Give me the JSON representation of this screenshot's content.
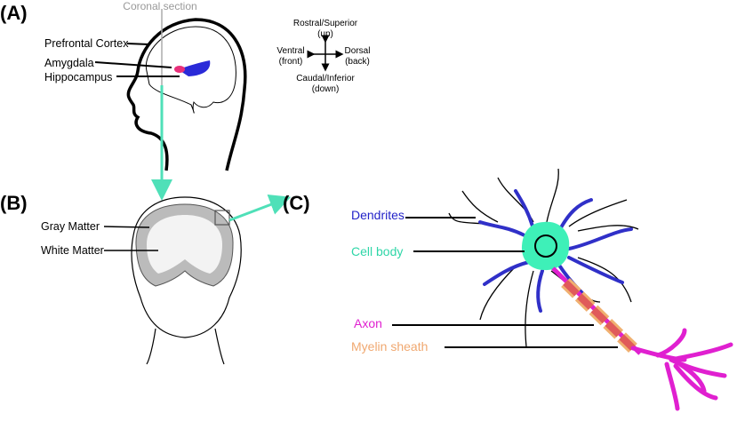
{
  "panels": {
    "a": "(A)",
    "b": "(B)",
    "c": "(C)"
  },
  "panel_a": {
    "section_label": "Coronal section",
    "labels": [
      "Prefrontal Cortex",
      "Amygdala",
      "Hippocampus"
    ],
    "orientation": {
      "up": [
        "Rostral/Superior",
        "(up)"
      ],
      "left": [
        "Ventral",
        "(front)"
      ],
      "right": [
        "Dorsal",
        "(back)"
      ],
      "down": [
        "Caudal/Inferior",
        "(down)"
      ]
    }
  },
  "panel_b": {
    "labels": [
      "Gray Matter",
      "White Matter"
    ]
  },
  "panel_c": {
    "labels": [
      {
        "text": "Dendrites",
        "color": "#2323c8"
      },
      {
        "text": "Cell body",
        "color": "#2fd6a8"
      },
      {
        "text": "Axon",
        "color": "#e020d0"
      },
      {
        "text": "Myelin sheath",
        "color": "#f0a870"
      }
    ]
  },
  "colors": {
    "arrow": "#4fe0b8",
    "section_line": "#aaaaaa",
    "amygdala": "#e8307a",
    "hippocampus": "#2a2ad8",
    "cell_body": "#3ef0b8",
    "dendrite": "#3030c8",
    "axon": "#e020d0",
    "myelin_outer": "#f0b070",
    "myelin_inner": "#e05a5a"
  }
}
